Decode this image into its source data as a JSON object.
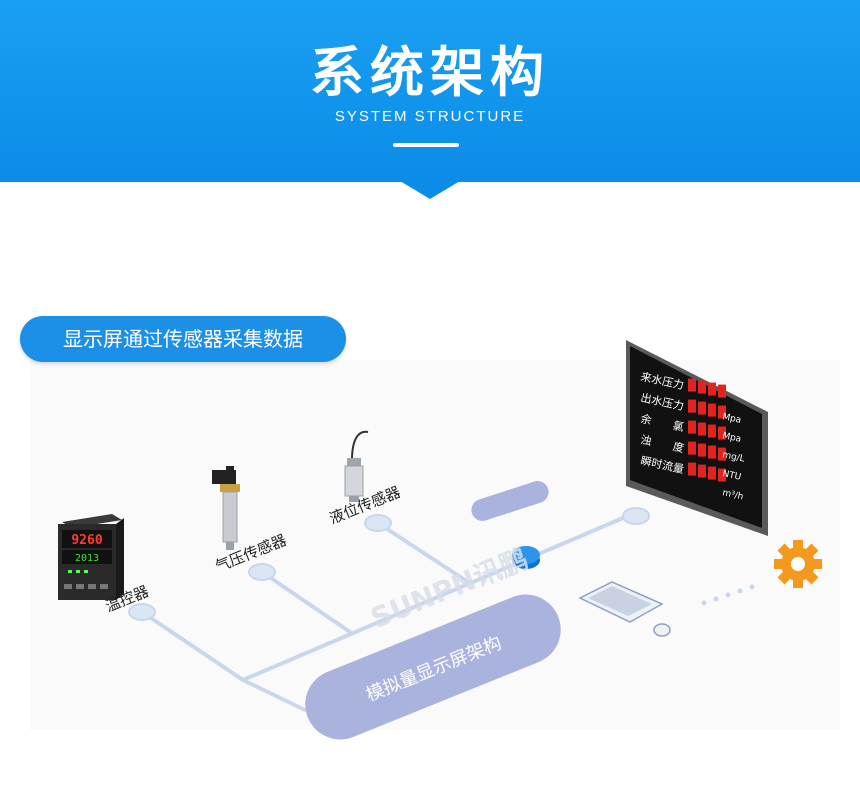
{
  "header": {
    "title": "系统架构",
    "subtitle": "SYSTEM STRUCTURE"
  },
  "caption": "显示屏通过传感器采集数据",
  "devices": {
    "temp_controller": {
      "label": "温控器",
      "readout_top": "9260",
      "readout_bottom": "2013"
    },
    "pressure_sensor": {
      "label": "气压传感器"
    },
    "level_sensor": {
      "label": "液位传感器"
    }
  },
  "architecture_label": "模拟量显示屏架构",
  "watermark": "SUNPN讯鹏",
  "display_board": {
    "rows": [
      {
        "name": "来水压力",
        "unit": ""
      },
      {
        "name": "出水压力",
        "unit": "Mpa"
      },
      {
        "name": "余　　氯",
        "unit": "Mpa"
      },
      {
        "name": "浊　　度",
        "unit": "mg/L"
      },
      {
        "name": "瞬时流量",
        "unit": "NTU"
      },
      {
        "name": "",
        "unit": "m³/h"
      }
    ]
  },
  "colors": {
    "header_blue": "#0b8ce8",
    "pill_blue": "#1c8fe6",
    "line": "#c9d6ec",
    "node": "#dbe6f5",
    "arch_pill": "#a9b3dd",
    "gear": "#f39a1e",
    "led_red": "#e3231d"
  }
}
